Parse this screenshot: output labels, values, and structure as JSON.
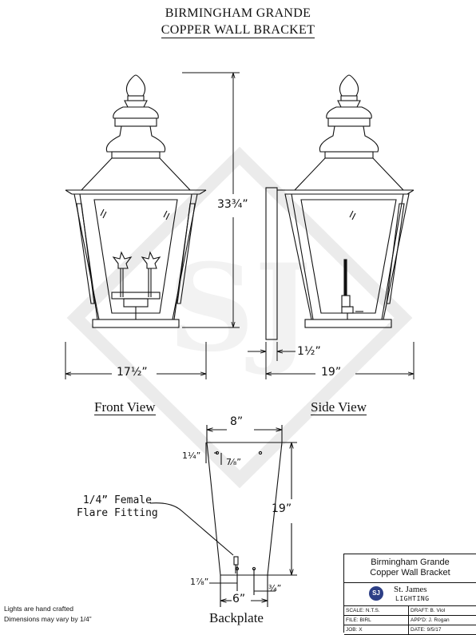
{
  "title": {
    "line1": "BIRMINGHAM GRANDE",
    "line2": "COPPER WALL BRACKET"
  },
  "views": {
    "front": "Front View",
    "side": "Side View",
    "back": "Backplate"
  },
  "dimensions": {
    "height": "33¾”",
    "front_width": "17½”",
    "side_depth": "19”",
    "side_offset": "1½”",
    "backplate_top": "8”",
    "backplate_height": "19”",
    "backplate_bottom": "6”",
    "hole_top_offset": "1¼”",
    "hole_top_inset": "7⁄₈”",
    "hole_bottom_offset": "1⅞”",
    "hole_bottom_inset": "¾”"
  },
  "callout": {
    "line1": "1/4” Female",
    "line2": "Flare Fitting"
  },
  "notes": [
    "Lights are hand crafted",
    "Dimensions may vary by 1/4”"
  ],
  "title_block": {
    "name_line1": "Birmingham Grande",
    "name_line2": "Copper Wall Bracket",
    "logo_text": "SJ",
    "brand": "St. James",
    "brand_sub": "LIGHTING",
    "rows": [
      {
        "l": "SCALE: N.T.S.",
        "r": "DRAFT: B. Viol"
      },
      {
        "l": "FILE: BIRL",
        "r": "APP'D: J. Rogan"
      },
      {
        "l": "JOB: X",
        "r": "DATE: 9/5/17"
      }
    ]
  }
}
